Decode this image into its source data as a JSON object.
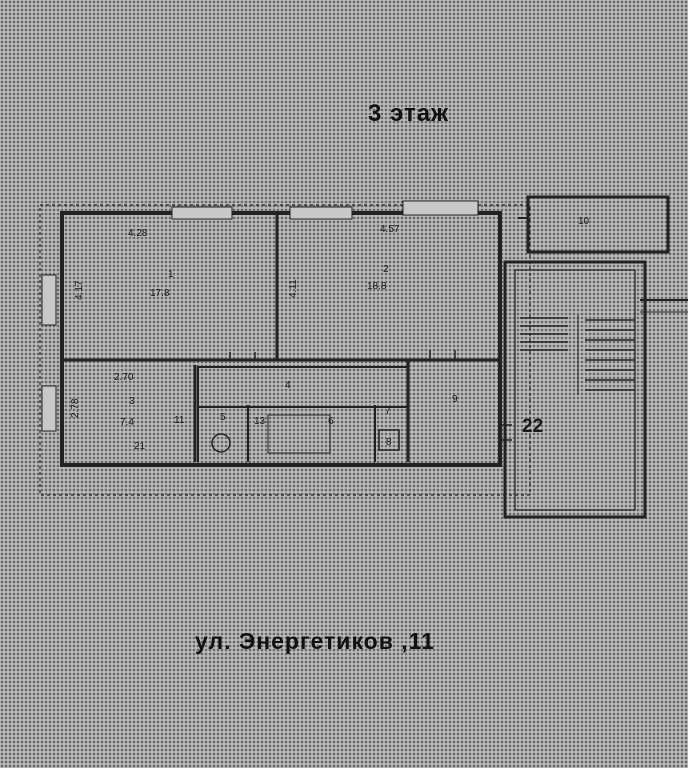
{
  "title": "3 этаж",
  "address": "ул. Энергетиков ,11",
  "rooms": [
    {
      "number": "1",
      "area": "17.8",
      "width": "4.28",
      "height": "4.17"
    },
    {
      "number": "2",
      "area": "18.8",
      "width": "4.57",
      "height": "4.11"
    },
    {
      "number": "3",
      "area": "7.4",
      "width": "2.70",
      "height": "2.78"
    },
    {
      "number": "4"
    },
    {
      "number": "5"
    },
    {
      "number": "6"
    },
    {
      "number": "7"
    },
    {
      "number": "8"
    },
    {
      "number": "9"
    },
    {
      "number": "10"
    },
    {
      "number": "11"
    },
    {
      "number": "13"
    },
    {
      "number": "21"
    },
    {
      "number": "22"
    }
  ]
}
